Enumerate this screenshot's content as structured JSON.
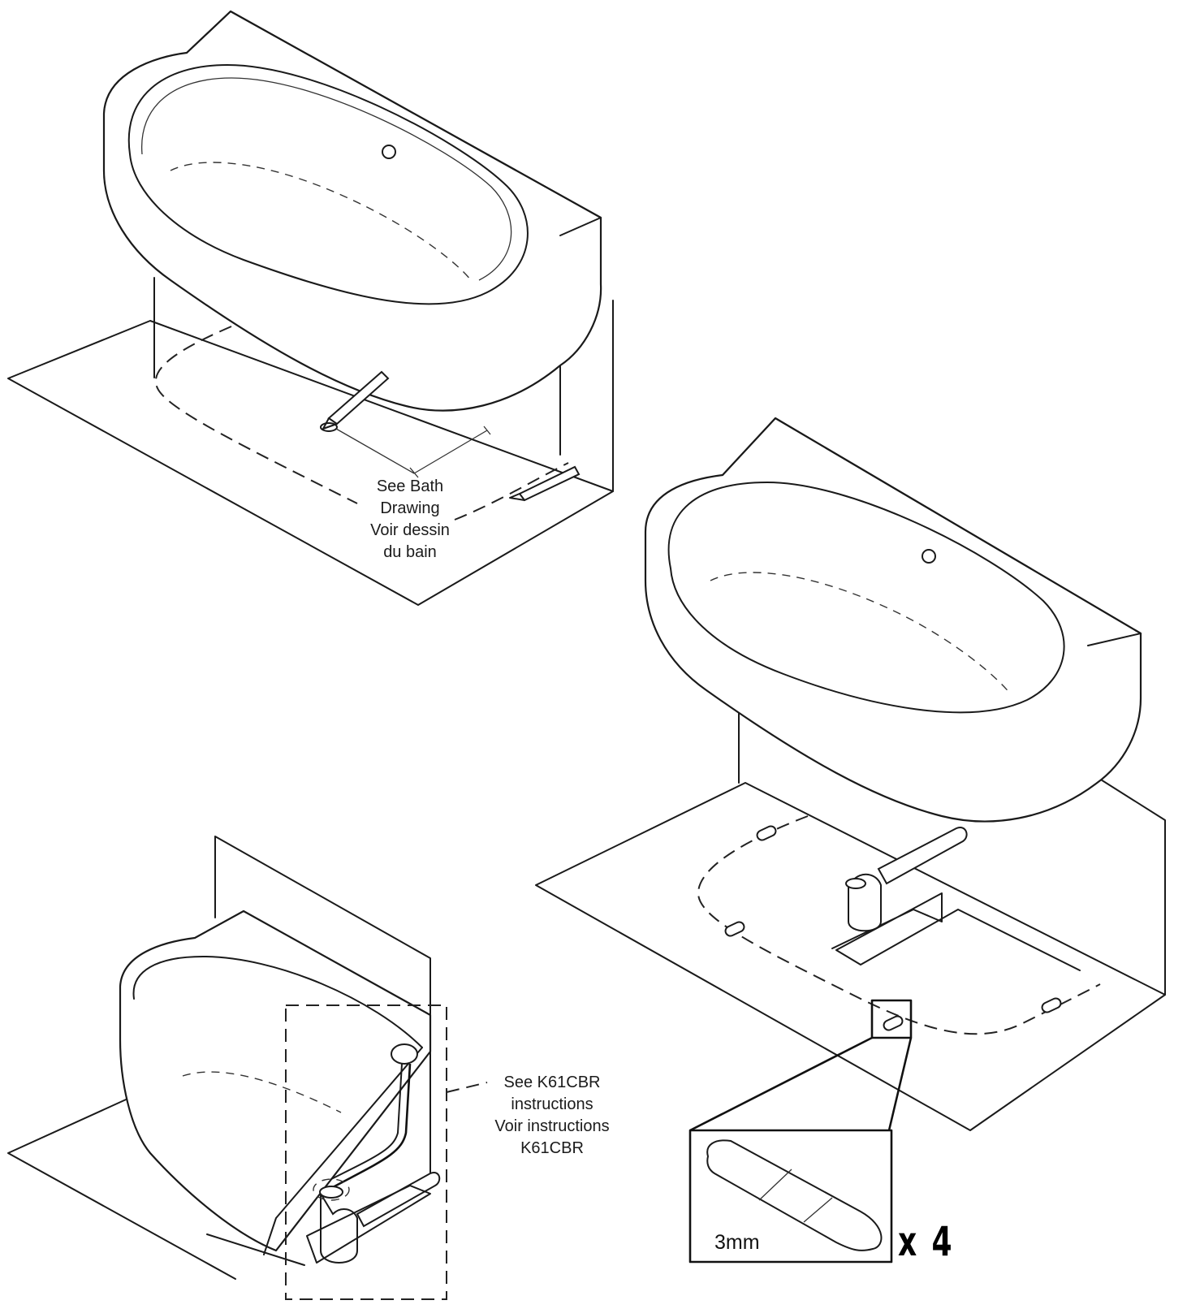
{
  "callouts": {
    "bath_drawing": [
      "See Bath",
      "Drawing",
      "Voir dessin",
      "du bain"
    ],
    "k61cbr": [
      "See K61CBR",
      "instructions",
      "Voir instructions",
      "K61CBR"
    ]
  },
  "pad_detail": {
    "thickness": "3mm",
    "quantity": "x 4"
  }
}
